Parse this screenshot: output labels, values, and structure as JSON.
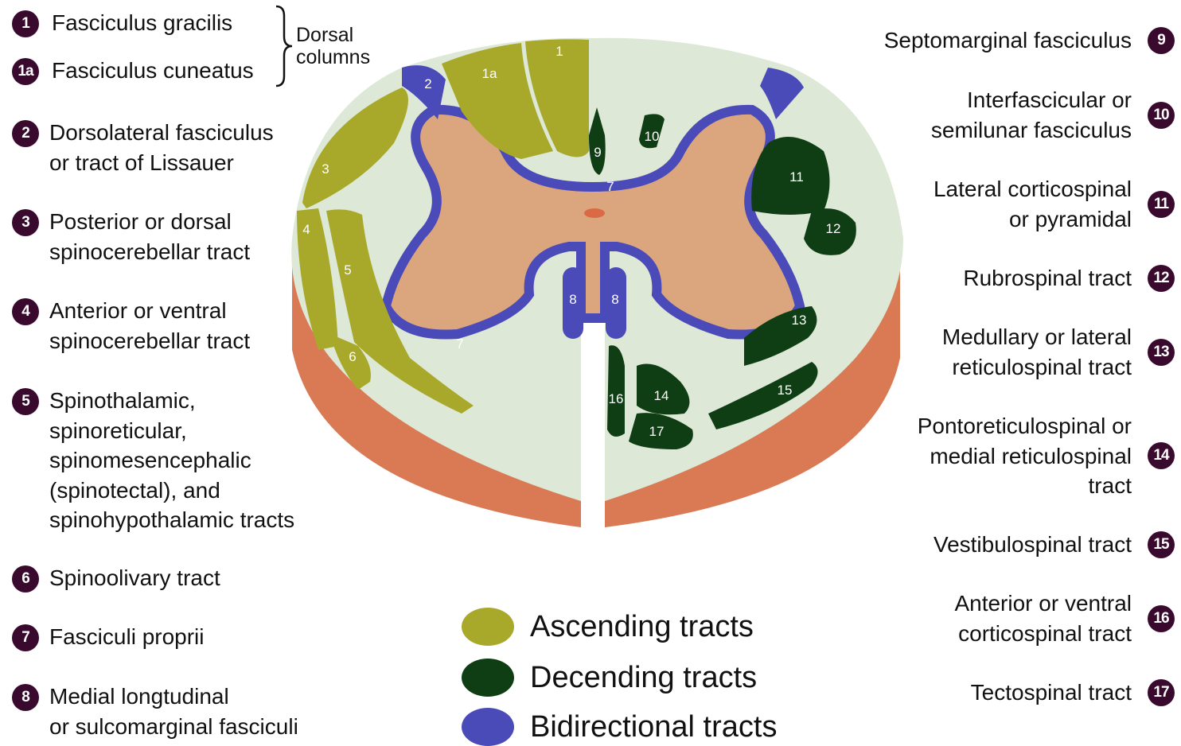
{
  "left_items": [
    {
      "badge": "1",
      "lines": [
        "Fasciculus gracilis"
      ]
    },
    {
      "badge": "1a",
      "lines": [
        "Fasciculus cuneatus"
      ]
    },
    {
      "badge": "2",
      "lines": [
        "Dorsolateral fasciculus",
        "or tract of Lissauer"
      ]
    },
    {
      "badge": "3",
      "lines": [
        "Posterior or dorsal",
        "spinocerebellar tract"
      ]
    },
    {
      "badge": "4",
      "lines": [
        "Anterior or ventral",
        "spinocerebellar tract"
      ]
    },
    {
      "badge": "5",
      "lines": [
        "Spinothalamic,",
        "spinoreticular,",
        "spinomesencephalic",
        "(spinotectal), and",
        "spinohypothalamic tracts"
      ]
    },
    {
      "badge": "6",
      "lines": [
        "Spinoolivary tract"
      ]
    },
    {
      "badge": "7",
      "lines": [
        "Fasciculi proprii"
      ]
    },
    {
      "badge": "8",
      "lines": [
        "Medial longtudinal",
        "or sulcomarginal fasciculi"
      ]
    }
  ],
  "dorsal_columns_label": [
    "Dorsal",
    "columns"
  ],
  "right_items": [
    {
      "badge": "9",
      "lines": [
        "Septomarginal fasciculus"
      ]
    },
    {
      "badge": "10",
      "lines": [
        "Interfascicular or",
        "semilunar fasciculus"
      ]
    },
    {
      "badge": "11",
      "lines": [
        "Lateral corticospinal",
        "or pyramidal"
      ]
    },
    {
      "badge": "12",
      "lines": [
        "Rubrospinal tract"
      ]
    },
    {
      "badge": "13",
      "lines": [
        "Medullary or lateral",
        "reticulospinal tract"
      ]
    },
    {
      "badge": "14",
      "lines": [
        "Pontoreticulospinal or",
        "medial reticulospinal",
        "tract"
      ]
    },
    {
      "badge": "15",
      "lines": [
        "Vestibulospinal tract"
      ]
    },
    {
      "badge": "16",
      "lines": [
        "Anterior or ventral",
        "corticospinal tract"
      ]
    },
    {
      "badge": "17",
      "lines": [
        "Tectospinal tract"
      ]
    }
  ],
  "legend": [
    {
      "label": "Ascending tracts",
      "color": "#a8a82a"
    },
    {
      "label": "Decending tracts",
      "color": "#0f3d14"
    },
    {
      "label": "Bidirectional tracts",
      "color": "#4a4ab8"
    }
  ],
  "diagram_labels": [
    "1",
    "1a",
    "2",
    "3",
    "4",
    "5",
    "6",
    "7",
    "7",
    "7",
    "8",
    "8",
    "9",
    "10",
    "11",
    "12",
    "13",
    "14",
    "15",
    "16",
    "17"
  ],
  "colors": {
    "badge": "#3a0a2e",
    "white_matter": "#dde8d6",
    "gray_matter": "#dba67e",
    "cut_surface": "#d97a55",
    "ascending": "#a8a82a",
    "descending": "#0f3d14",
    "bidirectional": "#4a4ab8"
  }
}
